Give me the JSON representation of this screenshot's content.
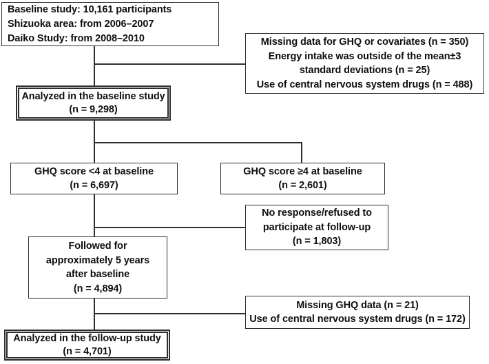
{
  "figure": {
    "type": "participant-flow-diagram",
    "colors": {
      "line": "#2e2e2e",
      "text": "#0f0f0f",
      "background": "#ffffff"
    },
    "boxes": {
      "baseline": {
        "lines": [
          "Baseline study: 10,161 participants",
          "Shizuoka area: from 2006–2007",
          "Daiko Study: from 2008–2010"
        ]
      },
      "exclusion1": {
        "lines": [
          "Missing data for GHQ or covariates (n = 350)",
          "Energy intake was outside of the mean±3",
          "standard deviations (n = 25)",
          "Use of central nervous system drugs (n = 488)"
        ]
      },
      "analyzed_baseline": {
        "lines": [
          "Analyzed in the baseline study",
          "(n = 9,298)"
        ]
      },
      "ghq_low": {
        "lines": [
          "GHQ score <4 at baseline",
          "(n = 6,697)"
        ]
      },
      "ghq_high": {
        "lines": [
          "GHQ score ≥4 at baseline",
          "(n = 2,601)"
        ]
      },
      "no_response": {
        "lines": [
          "No response/refused to",
          "participate at follow-up",
          "(n = 1,803)"
        ]
      },
      "followed": {
        "lines": [
          "Followed for",
          "approximately 5 years",
          "after baseline",
          "(n = 4,894)"
        ]
      },
      "exclusion2": {
        "lines": [
          "Missing GHQ data (n = 21)",
          "Use of central nervous system drugs (n = 172)"
        ]
      },
      "analyzed_followup": {
        "lines": [
          "Analyzed in the follow-up study",
          "(n = 4,701)"
        ]
      }
    }
  }
}
